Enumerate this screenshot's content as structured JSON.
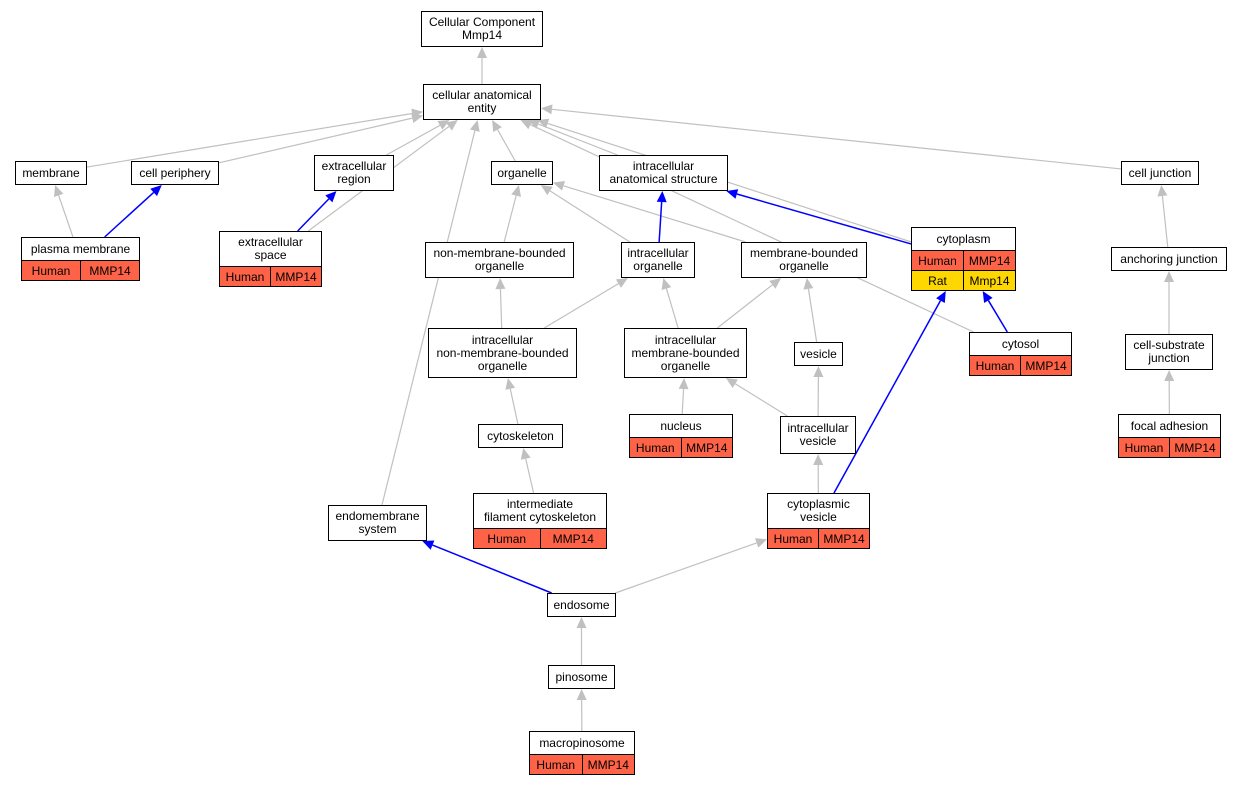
{
  "colors": {
    "human": "#ff6347",
    "rat": "#ffd700",
    "gray_edge": "#c0c0c0",
    "blue_edge": "#0000ff"
  },
  "nodes": [
    {
      "id": "root",
      "label": "Cellular Component\nMmp14"
    },
    {
      "id": "cae",
      "label": "cellular anatomical\nentity"
    },
    {
      "id": "membrane",
      "label": "membrane"
    },
    {
      "id": "cell_periphery",
      "label": "cell periphery"
    },
    {
      "id": "extracellular_region",
      "label": "extracellular\nregion"
    },
    {
      "id": "organelle",
      "label": "organelle"
    },
    {
      "id": "ias",
      "label": "intracellular\nanatomical structure"
    },
    {
      "id": "cell_junction",
      "label": "cell junction"
    },
    {
      "id": "plasma_membrane",
      "label": "plasma membrane"
    },
    {
      "id": "extracellular_space",
      "label": "extracellular\nspace"
    },
    {
      "id": "nmbo",
      "label": "non-membrane-bounded\norganelle"
    },
    {
      "id": "io",
      "label": "intracellular\norganelle"
    },
    {
      "id": "mbo",
      "label": "membrane-bounded\norganelle"
    },
    {
      "id": "cytoplasm",
      "label": "cytoplasm"
    },
    {
      "id": "anchoring_junction",
      "label": "anchoring junction"
    },
    {
      "id": "inmbo",
      "label": "intracellular\nnon-membrane-bounded\norganelle"
    },
    {
      "id": "imbo",
      "label": "intracellular\nmembrane-bounded\norganelle"
    },
    {
      "id": "vesicle",
      "label": "vesicle"
    },
    {
      "id": "cytosol",
      "label": "cytosol"
    },
    {
      "id": "csj",
      "label": "cell-substrate\njunction"
    },
    {
      "id": "cytoskeleton",
      "label": "cytoskeleton"
    },
    {
      "id": "nucleus",
      "label": "nucleus"
    },
    {
      "id": "ivesicle",
      "label": "intracellular\nvesicle"
    },
    {
      "id": "focal_adhesion",
      "label": "focal adhesion"
    },
    {
      "id": "endomembrane",
      "label": "endomembrane\nsystem"
    },
    {
      "id": "ifc",
      "label": "intermediate\nfilament cytoskeleton"
    },
    {
      "id": "cvesicle",
      "label": "cytoplasmic\nvesicle"
    },
    {
      "id": "endosome",
      "label": "endosome"
    },
    {
      "id": "pinosome",
      "label": "pinosome"
    },
    {
      "id": "macropinosome",
      "label": "macropinosome"
    }
  ],
  "annotations": [
    {
      "node": "plasma_membrane",
      "rows": [
        {
          "species": "Human",
          "gene": "MMP14"
        }
      ]
    },
    {
      "node": "extracellular_space",
      "rows": [
        {
          "species": "Human",
          "gene": "MMP14"
        }
      ]
    },
    {
      "node": "cytoplasm",
      "rows": [
        {
          "species": "Human",
          "gene": "MMP14"
        },
        {
          "species": "Rat",
          "gene": "Mmp14"
        }
      ]
    },
    {
      "node": "cytosol",
      "rows": [
        {
          "species": "Human",
          "gene": "MMP14"
        }
      ]
    },
    {
      "node": "nucleus",
      "rows": [
        {
          "species": "Human",
          "gene": "MMP14"
        }
      ]
    },
    {
      "node": "focal_adhesion",
      "rows": [
        {
          "species": "Human",
          "gene": "MMP14"
        }
      ]
    },
    {
      "node": "ifc",
      "rows": [
        {
          "species": "Human",
          "gene": "MMP14"
        }
      ]
    },
    {
      "node": "cvesicle",
      "rows": [
        {
          "species": "Human",
          "gene": "MMP14"
        }
      ]
    },
    {
      "node": "macropinosome",
      "rows": [
        {
          "species": "Human",
          "gene": "MMP14"
        }
      ]
    }
  ],
  "edges": [
    {
      "from": "cae",
      "to": "root",
      "type": "is_a"
    },
    {
      "from": "membrane",
      "to": "cae",
      "type": "is_a"
    },
    {
      "from": "cell_periphery",
      "to": "cae",
      "type": "is_a"
    },
    {
      "from": "extracellular_region",
      "to": "cae",
      "type": "is_a"
    },
    {
      "from": "extracellular_space",
      "to": "cae",
      "type": "is_a"
    },
    {
      "from": "endomembrane",
      "to": "cae",
      "type": "is_a"
    },
    {
      "from": "organelle",
      "to": "cae",
      "type": "is_a"
    },
    {
      "from": "ias",
      "to": "cae",
      "type": "is_a"
    },
    {
      "from": "cytoplasm",
      "to": "cae",
      "type": "is_a"
    },
    {
      "from": "cytosol",
      "to": "cae",
      "type": "is_a"
    },
    {
      "from": "cell_junction",
      "to": "cae",
      "type": "is_a"
    },
    {
      "from": "plasma_membrane",
      "to": "membrane",
      "type": "is_a"
    },
    {
      "from": "plasma_membrane",
      "to": "cell_periphery",
      "type": "part_of"
    },
    {
      "from": "extracellular_space",
      "to": "extracellular_region",
      "type": "part_of"
    },
    {
      "from": "nmbo",
      "to": "organelle",
      "type": "is_a"
    },
    {
      "from": "io",
      "to": "organelle",
      "type": "is_a"
    },
    {
      "from": "mbo",
      "to": "organelle",
      "type": "is_a"
    },
    {
      "from": "io",
      "to": "ias",
      "type": "part_of"
    },
    {
      "from": "cytoplasm",
      "to": "ias",
      "type": "part_of"
    },
    {
      "from": "cytosol",
      "to": "cytoplasm",
      "type": "part_of"
    },
    {
      "from": "inmbo",
      "to": "nmbo",
      "type": "is_a"
    },
    {
      "from": "inmbo",
      "to": "io",
      "type": "is_a"
    },
    {
      "from": "imbo",
      "to": "io",
      "type": "is_a"
    },
    {
      "from": "imbo",
      "to": "mbo",
      "type": "is_a"
    },
    {
      "from": "vesicle",
      "to": "mbo",
      "type": "is_a"
    },
    {
      "from": "cytoskeleton",
      "to": "inmbo",
      "type": "is_a"
    },
    {
      "from": "nucleus",
      "to": "imbo",
      "type": "is_a"
    },
    {
      "from": "ivesicle",
      "to": "imbo",
      "type": "is_a"
    },
    {
      "from": "ivesicle",
      "to": "vesicle",
      "type": "is_a"
    },
    {
      "from": "ifc",
      "to": "cytoskeleton",
      "type": "is_a"
    },
    {
      "from": "cvesicle",
      "to": "ivesicle",
      "type": "is_a"
    },
    {
      "from": "cvesicle",
      "to": "cytoplasm",
      "type": "part_of"
    },
    {
      "from": "endosome",
      "to": "cvesicle",
      "type": "is_a"
    },
    {
      "from": "endosome",
      "to": "endomembrane",
      "type": "part_of"
    },
    {
      "from": "pinosome",
      "to": "endosome",
      "type": "is_a"
    },
    {
      "from": "macropinosome",
      "to": "pinosome",
      "type": "is_a"
    },
    {
      "from": "anchoring_junction",
      "to": "cell_junction",
      "type": "is_a"
    },
    {
      "from": "csj",
      "to": "anchoring_junction",
      "type": "is_a"
    },
    {
      "from": "focal_adhesion",
      "to": "csj",
      "type": "is_a"
    }
  ]
}
